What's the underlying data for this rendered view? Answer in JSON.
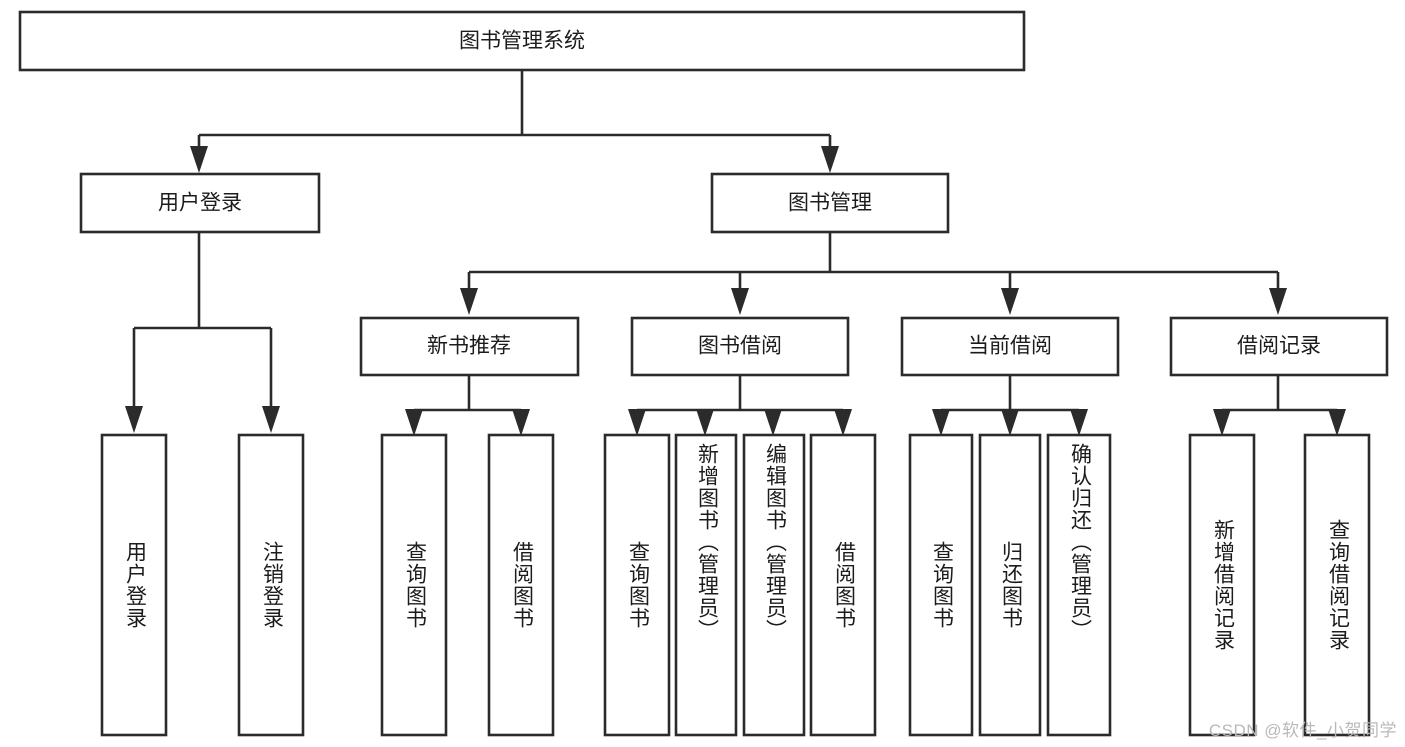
{
  "diagram": {
    "title": "图书管理系统",
    "type": "tree",
    "watermark": "CSDN @软件_小贺同学",
    "colors": {
      "background": "#ffffff",
      "box_fill": "#ffffff",
      "box_stroke": "#2b2b2b",
      "text": "#1c1c1c",
      "watermark": "#b9b9b9"
    },
    "root": {
      "label": "图书管理系统",
      "orientation": "horizontal"
    },
    "level2": [
      {
        "id": "user-login",
        "label": "用户登录",
        "orientation": "horizontal"
      },
      {
        "id": "book-manage",
        "label": "图书管理",
        "orientation": "horizontal"
      }
    ],
    "level3": [
      {
        "id": "new-book-recommend",
        "label": "新书推荐",
        "parent": "book-manage",
        "orientation": "horizontal"
      },
      {
        "id": "book-borrow",
        "label": "图书借阅",
        "parent": "book-manage",
        "orientation": "horizontal"
      },
      {
        "id": "current-borrow",
        "label": "当前借阅",
        "parent": "book-manage",
        "orientation": "horizontal"
      },
      {
        "id": "borrow-record",
        "label": "借阅记录",
        "parent": "book-manage",
        "orientation": "horizontal"
      }
    ],
    "leaves": [
      {
        "id": "leaf-user-login",
        "label": "用户登录",
        "parent": "user-login",
        "orientation": "vertical"
      },
      {
        "id": "leaf-user-logout",
        "label": "注销登录",
        "parent": "user-login",
        "orientation": "vertical"
      },
      {
        "id": "leaf-query-book-1",
        "label": "查询图书",
        "parent": "new-book-recommend",
        "orientation": "vertical"
      },
      {
        "id": "leaf-borrow-book-1",
        "label": "借阅图书",
        "parent": "new-book-recommend",
        "orientation": "vertical"
      },
      {
        "id": "leaf-query-book-2",
        "label": "查询图书",
        "parent": "book-borrow",
        "orientation": "vertical"
      },
      {
        "id": "leaf-add-book",
        "label": "新增图书（管理员）",
        "parent": "book-borrow",
        "orientation": "vertical"
      },
      {
        "id": "leaf-edit-book",
        "label": "编辑图书（管理员）",
        "parent": "book-borrow",
        "orientation": "vertical"
      },
      {
        "id": "leaf-borrow-book-2",
        "label": "借阅图书",
        "parent": "book-borrow",
        "orientation": "vertical"
      },
      {
        "id": "leaf-query-book-3",
        "label": "查询图书",
        "parent": "current-borrow",
        "orientation": "vertical"
      },
      {
        "id": "leaf-return-book",
        "label": "归还图书",
        "parent": "current-borrow",
        "orientation": "vertical"
      },
      {
        "id": "leaf-confirm-return",
        "label": "确认归还（管理员）",
        "parent": "current-borrow",
        "orientation": "vertical"
      },
      {
        "id": "leaf-add-record",
        "label": "新增借阅记录",
        "parent": "borrow-record",
        "orientation": "vertical"
      },
      {
        "id": "leaf-query-record",
        "label": "查询借阅记录",
        "parent": "borrow-record",
        "orientation": "vertical"
      }
    ]
  }
}
